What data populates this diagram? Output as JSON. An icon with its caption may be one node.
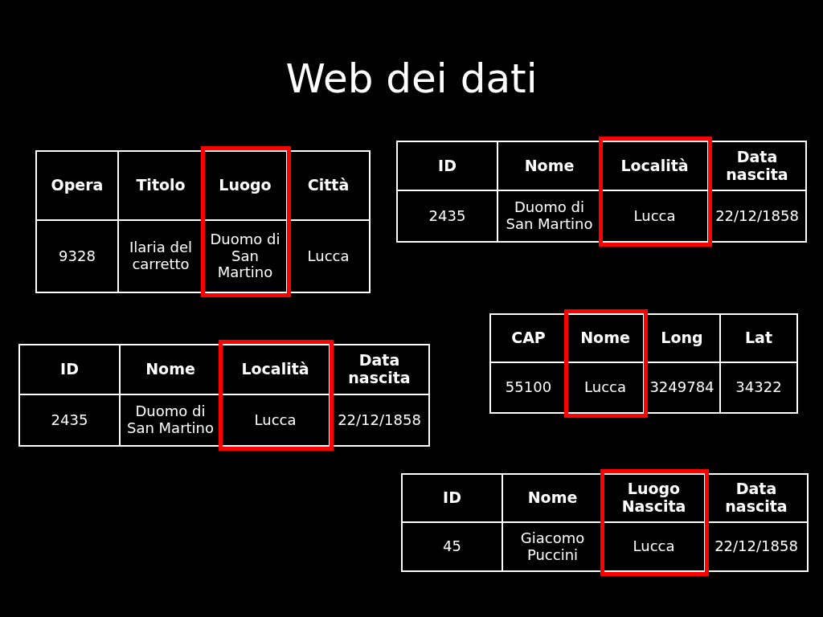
{
  "diagram": {
    "title": "Web dei dati",
    "labels": [
      "Opera",
      "Titolo",
      "Luogo",
      "Città",
      "9328",
      "Ilaria del carretto",
      "Duomo di San Martino",
      "Lucca",
      "ID",
      "Nome",
      "Località",
      "Data nascita",
      "2435",
      "Duomo di San Martino",
      "Lucca",
      "22/12/1858",
      "ID",
      "Nome",
      "Località",
      "Data nascita",
      "2435",
      "Duomo di San Martino",
      "Lucca",
      "22/12/1858",
      "CAP",
      "Nome",
      "Long",
      "Lat",
      "55100",
      "Lucca",
      "3249784",
      "34322",
      "ID",
      "Nome",
      "Luogo Nascita",
      "Data nascita",
      "45",
      "Giacomo Puccini",
      "Lucca",
      "22/12/1858"
    ]
  }
}
